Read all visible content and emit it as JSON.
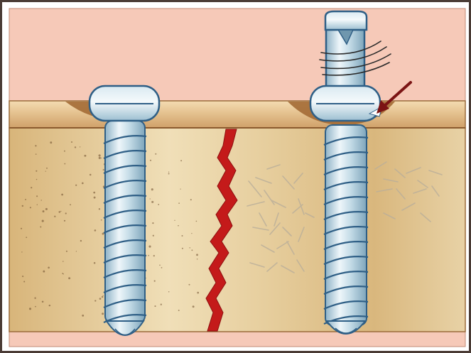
{
  "diagram": {
    "description_text": "",
    "colors": {
      "outer_border": "#4a3b35",
      "background_pink": "#f6c9b8",
      "cortex_tan": "#e2c090",
      "cortex_edge": "#9a6a3a",
      "cancellous_light": "#eedcb4",
      "cancellous_dark": "#c9a66c",
      "crack_red": "#c41a1a",
      "screw_light": "#e6f1f6",
      "screw_mid": "#a9c8d8",
      "screw_outline": "#2f5f86",
      "arrow_dark_red": "#7b1414",
      "countersink_brown": "#a36a35"
    },
    "elements": [
      {
        "name": "screw-left",
        "kind": "bone-screw",
        "state": "seated"
      },
      {
        "name": "screw-right",
        "kind": "bone-screw",
        "state": "overtightened"
      },
      {
        "name": "fracture-line",
        "kind": "crack"
      },
      {
        "name": "stress-arrow",
        "kind": "arrow"
      },
      {
        "name": "cortex-layer",
        "kind": "bone-cortex"
      },
      {
        "name": "cancellous-layer",
        "kind": "cancellous-bone"
      },
      {
        "name": "driver-shaft",
        "kind": "screwdriver"
      },
      {
        "name": "rotation-lines",
        "kind": "motion-indicator"
      },
      {
        "name": "microcrack-hatch",
        "kind": "microfractures"
      }
    ]
  }
}
